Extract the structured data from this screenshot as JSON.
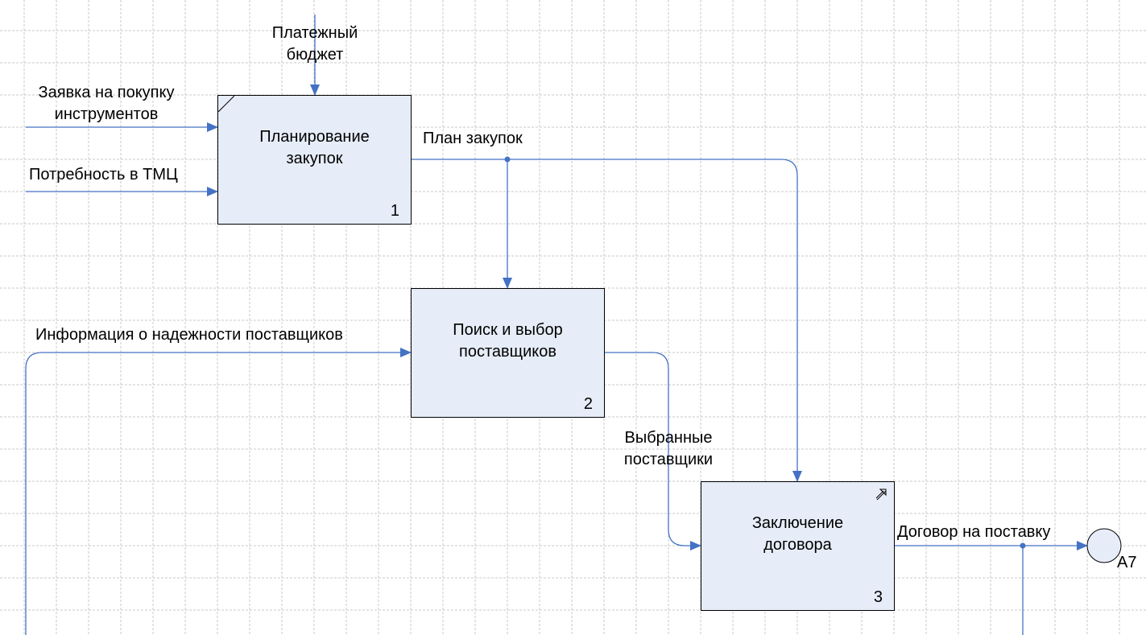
{
  "boxes": [
    {
      "id": "b1",
      "title": "Планирование\nзакупок",
      "number": "1"
    },
    {
      "id": "b2",
      "title": "Поиск и выбор\nпоставщиков",
      "number": "2"
    },
    {
      "id": "b3",
      "title": "Заключение\nдоговора",
      "number": "3"
    }
  ],
  "labels": {
    "payment_budget": "Платежный\nбюджет",
    "purchase_request": "Заявка на покупку\nинструментов",
    "tmc_need": "Потребность в ТМЦ",
    "purchase_plan": "План закупок",
    "supplier_reliability": "Информация о надежности поставщиков",
    "selected_suppliers": "Выбранные\nпоставщики",
    "supply_contract": "Договор на поставку",
    "offpage_ref": "A7"
  },
  "colors": {
    "arrow": "#4472c4",
    "box_fill": "#e6edf8",
    "grid": "#c8c8c8"
  }
}
